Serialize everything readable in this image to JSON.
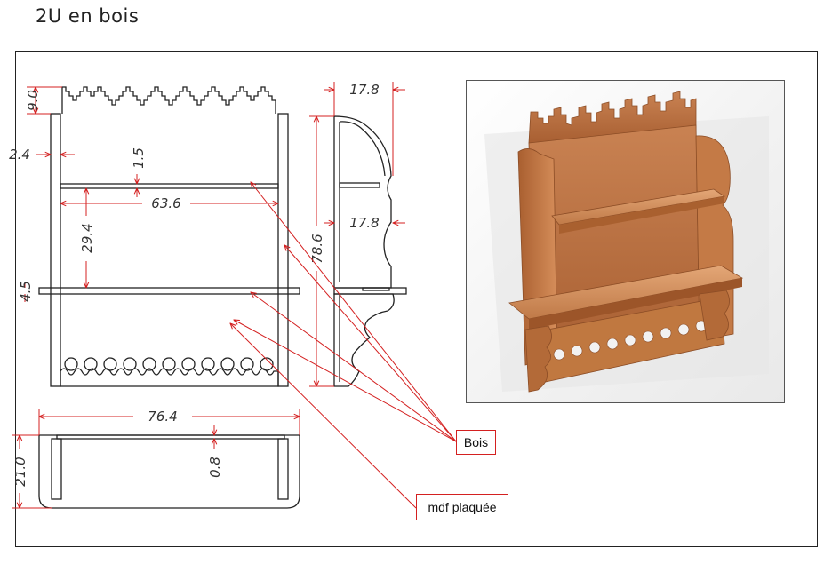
{
  "title": "2U  en bois",
  "dimensions": {
    "top_height": "9.0",
    "side_thickness": "2.4",
    "shelf_thickness": "1.5",
    "inner_width": "63.6",
    "shelf_spacing": "29.4",
    "bottom_shelf": "4.5",
    "side_depth_top": "17.8",
    "side_depth_mid": "17.8",
    "total_height": "78.6",
    "overall_width": "76.4",
    "back_panel": "0.8",
    "depth": "21.0"
  },
  "callouts": {
    "wood": "Bois",
    "veneered_mdf": "mdf plaquée"
  },
  "colors": {
    "annotation_red": "#d42020",
    "line_black": "#222222",
    "wood_light": "#d8956a",
    "wood_mid": "#c07848",
    "wood_dark": "#9a5a30"
  }
}
